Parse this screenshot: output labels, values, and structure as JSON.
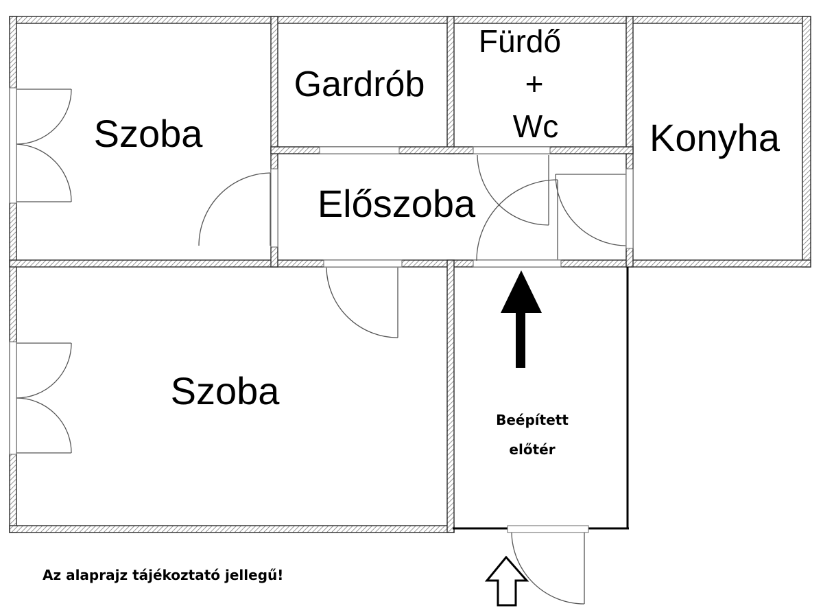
{
  "rooms": {
    "szoba_top": "Szoba",
    "gardrob": "Gardrób",
    "furdo_line1": "Fürdő",
    "furdo_line2": "+",
    "furdo_line3": "Wc",
    "konyha": "Konyha",
    "eloszoba": "Előszoba",
    "szoba_bottom": "Szoba",
    "beepitett_line1": "Beépített",
    "beepitett_line2": "előtér"
  },
  "note": "Az alaprajz tájékoztató jellegű!",
  "colors": {
    "wall_hatch": "#8c8c8c",
    "wall_outline": "#2b2b2b",
    "door": "#555555",
    "ink": "#000000"
  }
}
